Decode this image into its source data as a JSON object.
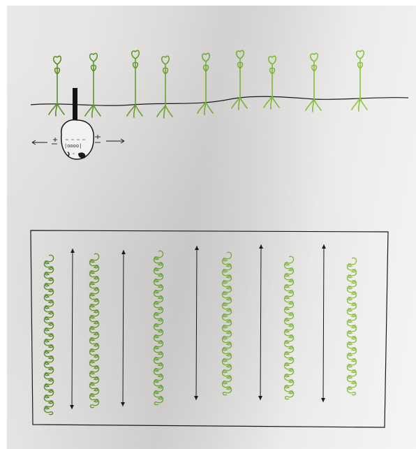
{
  "scene": {
    "colors": {
      "paper": "#e6e5e3",
      "ink": "#1a1a1a",
      "plant_dark": "#5a8f2a",
      "plant_light": "#8cc63f"
    },
    "top_sketch": {
      "seedling_count": 9,
      "device_label": "|oooo|"
    },
    "bottom_sketch": {
      "plant_row_count": 6,
      "arrow_count": 5
    }
  }
}
